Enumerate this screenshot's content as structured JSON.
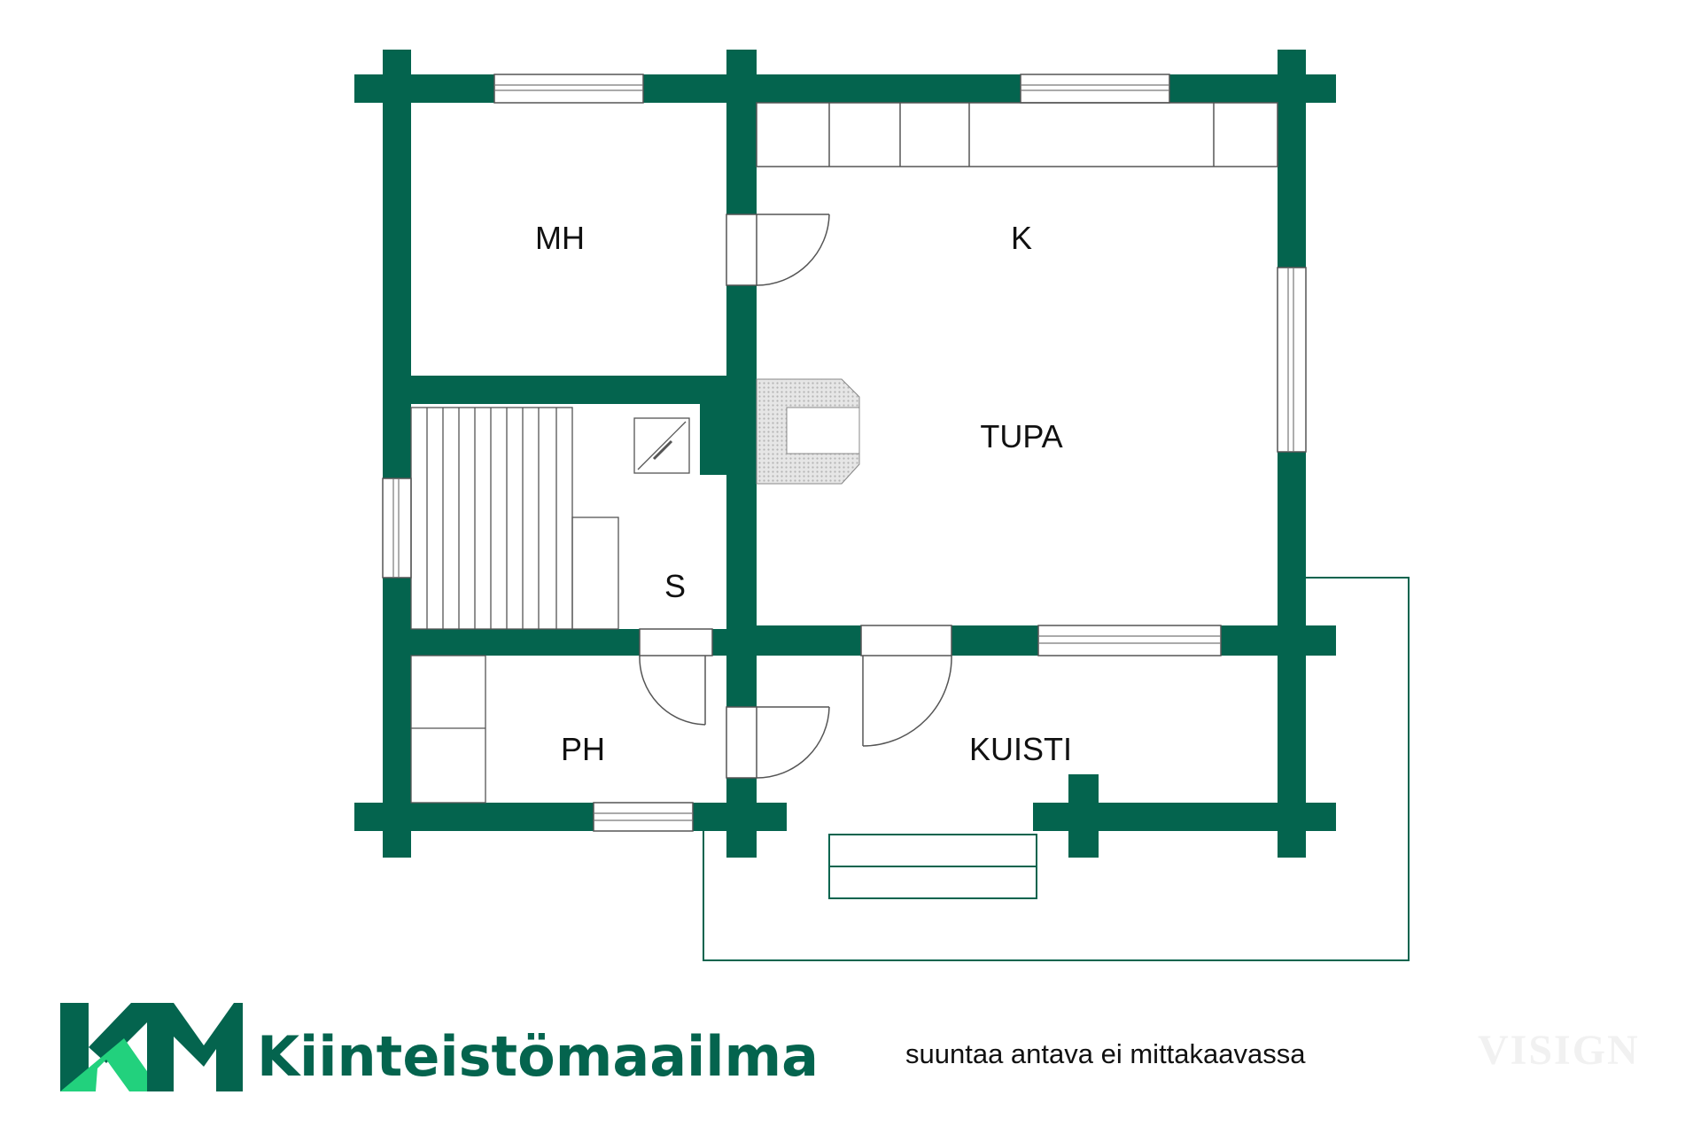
{
  "colors": {
    "wall": "#04644e",
    "brand_dark": "#04644e",
    "brand_light": "#22d17d",
    "line": "#555555",
    "fireplace": "#cfcfcf"
  },
  "rooms": {
    "mh": "MH",
    "k": "K",
    "tupa": "TUPA",
    "s": "S",
    "ph": "PH",
    "kuisti": "KUISTI"
  },
  "logo": {
    "monogram": "KM",
    "name": "Kiinteistömaailma"
  },
  "disclaimer": "suuntaa antava ei mittakaavassa",
  "watermark": "VISIGN"
}
